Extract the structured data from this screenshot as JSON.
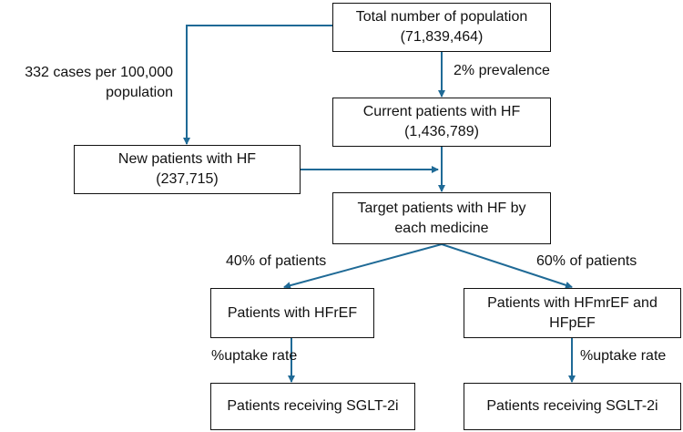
{
  "nodes": {
    "total_population": {
      "line1": "Total number of population",
      "line2": "(71,839,464)"
    },
    "current_patients": {
      "line1": "Current patients with HF",
      "line2": "(1,436,789)"
    },
    "new_patients": {
      "line1": "New patients with HF",
      "line2": "(237,715)"
    },
    "target_patients": {
      "line1": "Target patients with HF by",
      "line2": "each medicine"
    },
    "hfref": {
      "line1": "Patients with HFrEF"
    },
    "hfmref_hfpef": {
      "line1": "Patients with HFmrEF and",
      "line2": "HFpEF"
    },
    "sglt2i_left": {
      "line1": "Patients receiving SGLT-2i"
    },
    "sglt2i_right": {
      "line1": "Patients receiving SGLT-2i"
    }
  },
  "edge_labels": {
    "incidence": {
      "line1": "332 cases per 100,000",
      "line2": "population"
    },
    "prevalence": "2% prevalence",
    "left_split": "40% of patients",
    "right_split": "60% of patients",
    "uptake_left": "%uptake rate",
    "uptake_right": "%uptake rate"
  },
  "colors": {
    "arrow": "#1f6a96",
    "box_border": "#111111",
    "text": "#111111"
  }
}
